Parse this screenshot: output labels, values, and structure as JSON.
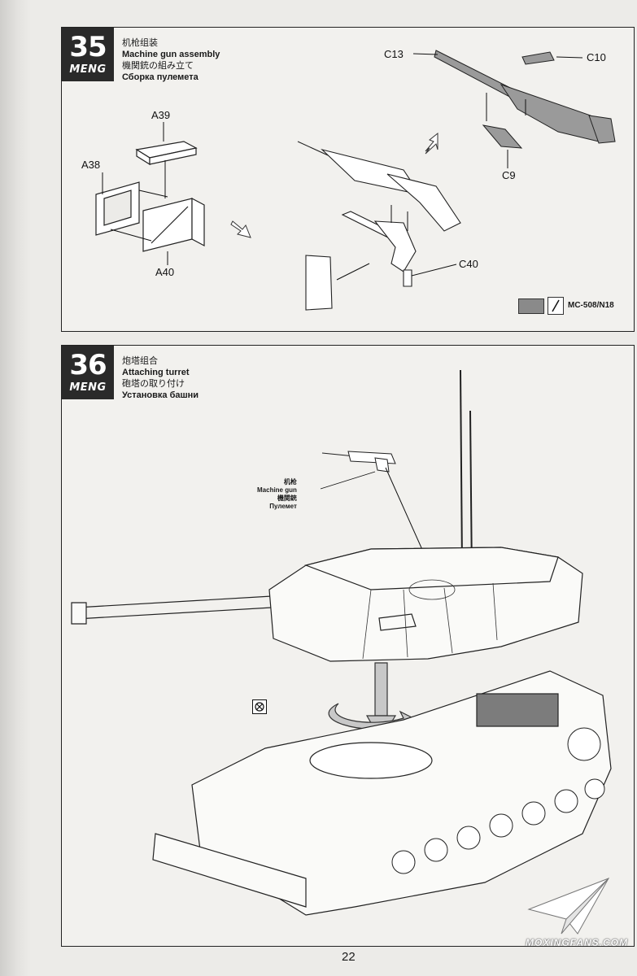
{
  "page_number": "22",
  "watermark": "MOXINGFANS.COM",
  "watermark_icon": "paper-plane-icon",
  "step35": {
    "number": "35",
    "brand": "MENG",
    "title_cn": "机枪组装",
    "title_en": "Machine gun assembly",
    "title_jp": "機関銃の組み立て",
    "title_ru": "Сборка пулемета",
    "parts": [
      "A39",
      "A38",
      "A40",
      "C13",
      "C10",
      "C9",
      "C40"
    ],
    "paint": {
      "chip_color": "#8a8a8a",
      "code": "MC-508/N18",
      "icon": "brush-icon"
    }
  },
  "step36": {
    "number": "36",
    "brand": "MENG",
    "title_cn": "炮塔组合",
    "title_en": "Attaching turret",
    "title_jp": "砲塔の取り付け",
    "title_ru": "Установка башни",
    "callout": {
      "cn": "机枪",
      "en": "Machine gun",
      "jp": "機関銃",
      "ru": "Пулемет"
    },
    "no_glue_icon": "no-glue-icon"
  }
}
